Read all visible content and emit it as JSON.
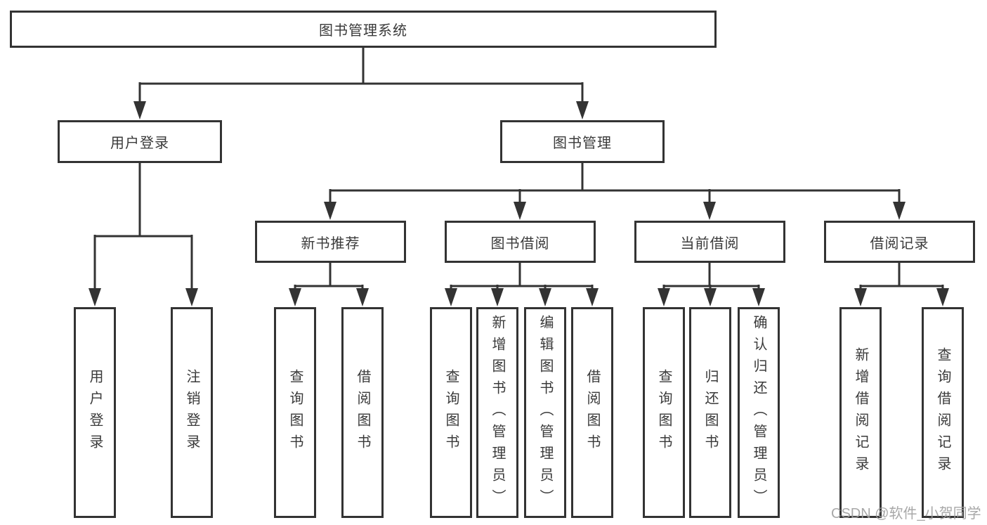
{
  "diagram_title": "图书管理系统",
  "tree": {
    "root": {
      "label": "图书管理系统"
    },
    "branches": [
      {
        "label": "用户登录",
        "leaves": [
          "用户登录",
          "注销登录"
        ]
      },
      {
        "label": "图书管理",
        "sections": [
          {
            "label": "新书推荐",
            "leaves": [
              "查询图书",
              "借阅图书"
            ]
          },
          {
            "label": "图书借阅",
            "leaves": [
              "查询图书",
              "新增图书（管理员）",
              "编辑图书（管理员）",
              "借阅图书"
            ]
          },
          {
            "label": "当前借阅",
            "leaves": [
              "查询图书",
              "归还图书",
              "确认归还（管理员）"
            ]
          },
          {
            "label": "借阅记录",
            "leaves": [
              "新增借阅记录",
              "查询借阅记录"
            ]
          }
        ]
      }
    ]
  },
  "watermark": "CSDN @软件_小贺同学",
  "colors": {
    "line": "#333333",
    "text": "#3a3a3a",
    "watermark": "#9e9e9e",
    "background": "#ffffff"
  }
}
